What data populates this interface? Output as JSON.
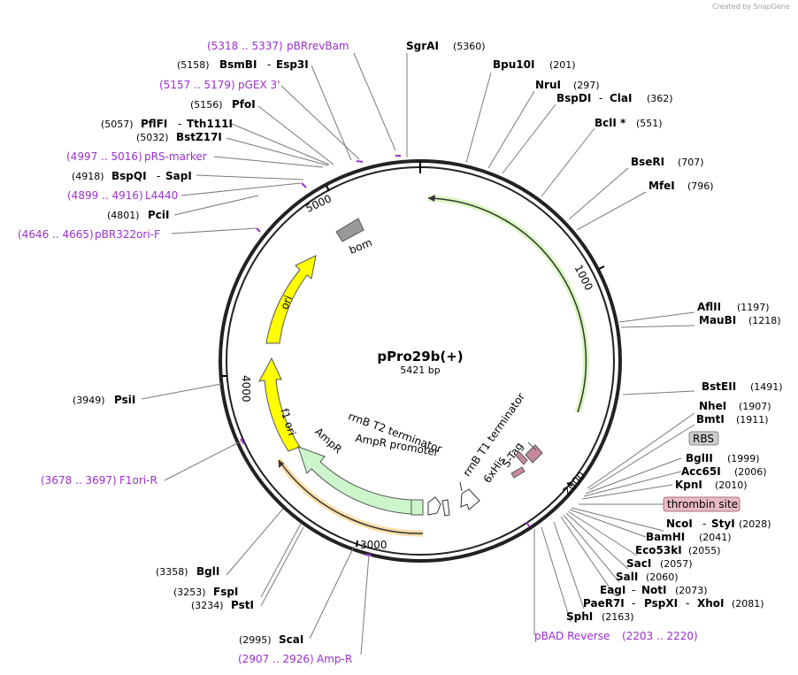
{
  "watermark": "Created by SnapGene",
  "plasmid": {
    "name": "pPro29b(+)",
    "size": "5421 bp"
  },
  "ticks": {
    "t1000": "1000",
    "t2000": "2000",
    "t3000": "3000",
    "t4000": "4000",
    "t5000": "5000"
  },
  "features": {
    "bom": "bom",
    "ori": "ori",
    "f1ori": "f1 ori",
    "ampr": "AmpR",
    "rrnB_T2": "rrnB T2 terminator",
    "ampr_promoter": "AmpR promoter",
    "rrnB_T1": "rrnB T1 terminator",
    "his6": "6xHis",
    "stag": "S-Tag",
    "rbs": "RBS",
    "thrombin": "thrombin site"
  },
  "labels": {
    "pbrrevbam_pos": "(5318 .. 5337)",
    "pbrrevbam": "pBRrevBam",
    "sgrai": "SgrAI",
    "sgrai_pos": "(5360)",
    "bpu10i": "Bpu10I",
    "bpu10i_pos": "(201)",
    "bsmbi_pos": "(5158)",
    "bsmbi": "BsmBI",
    "esp3i": "Esp3I",
    "nrui": "NruI",
    "nrui_pos": "(297)",
    "bspdi": "BspDI",
    "clai": "ClaI",
    "bspdi_pos": "(362)",
    "pgex_pos": "(5157 .. 5179)",
    "pgex": "pGEX 3'",
    "bcli": "BclI *",
    "bcli_pos": "(551)",
    "pfoi_pos": "(5156)",
    "pfoi": "PfoI",
    "pflfi_pos": "(5057)",
    "pflfi": "PflFI",
    "tth111i": "Tth111I",
    "bstz17i_pos": "(5032)",
    "bstz17i": "BstZ17I",
    "bseri": "BseRI",
    "bseri_pos": "(707)",
    "prs_pos": "(4997 .. 5016)",
    "prs": "pRS-marker",
    "mfei": "MfeI",
    "mfei_pos": "(796)",
    "bspqi_pos": "(4918)",
    "bspqi": "BspQI",
    "sapi": "SapI",
    "l4440_pos": "(4899 .. 4916)",
    "l4440": "L4440",
    "pcii_pos": "(4801)",
    "pcii": "PciI",
    "pbr322_pos": "(4646 .. 4665)",
    "pbr322": "pBR322ori-F",
    "aflii": "AflII",
    "aflii_pos": "(1197)",
    "maubi": "MauBI",
    "maubi_pos": "(1218)",
    "bsteii": "BstEII",
    "bsteii_pos": "(1491)",
    "psti4_pos": "(3949)",
    "psti4": "PsiI",
    "nhei": "NheI",
    "nhei_pos": "(1907)",
    "bmti": "BmtI",
    "bmti_pos": "(1911)",
    "bglii": "BglII",
    "bglii_pos": "(1999)",
    "acc65i": "Acc65I",
    "acc65i_pos": "(2006)",
    "kpni": "KpnI",
    "kpni_pos": "(2010)",
    "f1orir_pos": "(3678 .. 3697)",
    "f1orir": "F1ori-R",
    "ncoi": "NcoI",
    "styi": "StyI",
    "ncoi_pos": "(2028)",
    "bamhi": "BamHI",
    "bamhi_pos": "(2041)",
    "eco53ki": "Eco53kI",
    "eco53ki_pos": "(2055)",
    "saci": "SacI",
    "saci_pos": "(2057)",
    "bgli_pos": "(3358)",
    "bgli": "BglI",
    "sali": "SalI",
    "sali_pos": "(2060)",
    "fspi_pos": "(3253)",
    "fspi": "FspI",
    "eagi": "EagI",
    "noti": "NotI",
    "eagi_pos": "(2073)",
    "psti_pos": "(3234)",
    "psti": "PstI",
    "paer7i": "PaeR7I",
    "pspxi": "PspXI",
    "xhoi": "XhoI",
    "paer7i_pos": "(2081)",
    "sphi": "SphI",
    "sphi_pos": "(2163)",
    "scai_pos": "(2995)",
    "scai": "ScaI",
    "pbad": "pBAD Reverse",
    "pbad_pos": "(2203 .. 2220)",
    "ampr_primer_pos": "(2907 .. 2926)",
    "ampr_primer": "Amp-R"
  },
  "colors": {
    "primer": "#9b30d0",
    "ori": "#ffff00",
    "ampr": "#ccf5cc",
    "bom": "#999999",
    "stag": "#c4899a",
    "rbs": "#cccccc",
    "thrombin": "#e9bac5",
    "orf1": "#d9f7c0",
    "orf2": "#fbdfa9"
  }
}
